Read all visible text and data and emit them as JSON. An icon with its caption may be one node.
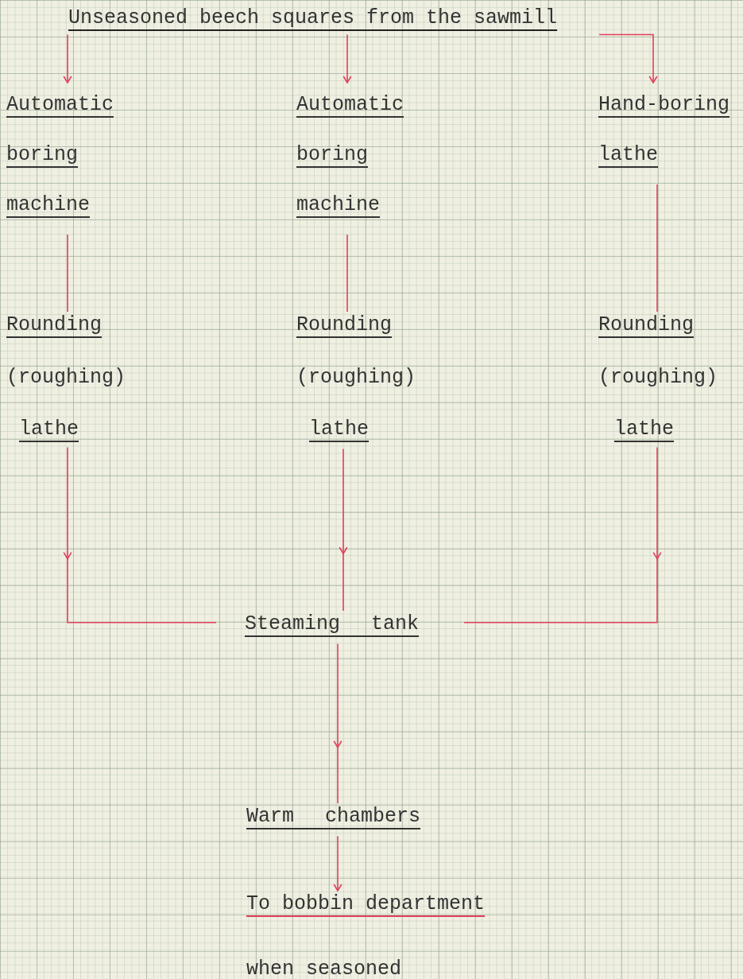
{
  "diagram": {
    "nodes": [
      {
        "text": [
          "Unseasoned beech squares from the sawmill"
        ]
      },
      {
        "text": [
          "Automatic boring machine"
        ]
      },
      {
        "text": [
          "Automatic boring machine"
        ]
      },
      {
        "text": [
          "Hand-boring lathe"
        ]
      },
      {
        "text": [
          "Rounding",
          "(roughing)",
          "lathe"
        ]
      },
      {
        "text": [
          "Rounding",
          "(roughing)",
          "lathe"
        ]
      },
      {
        "text": [
          "Rounding",
          "(roughing)",
          "lathe"
        ]
      },
      {
        "text": [
          "Steaming tank"
        ]
      },
      {
        "text": [
          "Warm chambers"
        ]
      },
      {
        "text": [
          "To bobbin department",
          "when seasoned"
        ]
      }
    ],
    "edges": [
      {
        "from": 0,
        "to": 1,
        "arrow": "to"
      },
      {
        "from": 0,
        "to": 2,
        "arrow": "to"
      },
      {
        "from": 0,
        "to": 3,
        "arrow": "to"
      },
      {
        "from": 1,
        "to": 4,
        "arrow": "none"
      },
      {
        "from": 2,
        "to": 5,
        "arrow": "none"
      },
      {
        "from": 3,
        "to": 6,
        "arrow": "none"
      },
      {
        "from": 4,
        "to": 7,
        "arrow": "to"
      },
      {
        "from": 5,
        "to": 7,
        "arrow": "to"
      },
      {
        "from": 6,
        "to": 7,
        "arrow": "to"
      },
      {
        "from": 7,
        "to": 8,
        "arrow": "to"
      },
      {
        "from": 8,
        "to": 9,
        "arrow": "to"
      }
    ]
  }
}
